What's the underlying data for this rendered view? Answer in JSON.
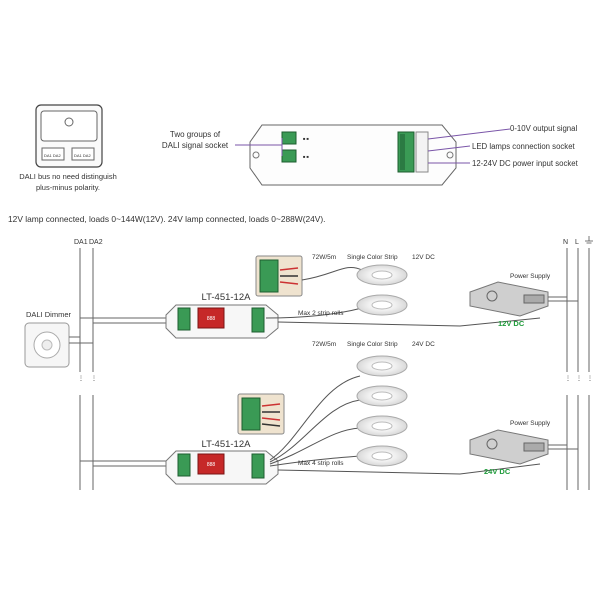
{
  "top": {
    "dali_note_line1": "DALI bus no need distinguish",
    "dali_note_line2": "plus-minus polarity.",
    "two_groups_line1": "Two groups of",
    "two_groups_line2": "DALI signal socket",
    "output_signal": "0-10V output signal",
    "led_socket": "LED lamps connection socket",
    "power_socket": "12-24V DC power input socket"
  },
  "loads_note": "12V lamp connected, loads 0~144W(12V). 24V lamp connected, loads 0~288W(24V).",
  "bus": {
    "da1": "DA1",
    "da2": "DA2",
    "n": "N",
    "l": "L"
  },
  "dimmer_label": "DALI Dimmer",
  "circuit12": {
    "model": "LT-451-12A",
    "strip_power": "72W/5m",
    "strip_type": "Single Color Strip",
    "voltage": "12V DC",
    "max_rolls": "Max 2 strip rolls",
    "psu_label": "Power Supply",
    "psu_voltage": "12V DC"
  },
  "circuit24": {
    "model": "LT-451-12A",
    "strip_power": "72W/5m",
    "strip_type": "Single Color Strip",
    "voltage": "24V DC",
    "max_rolls": "Max 4 strip rolls",
    "psu_label": "Power Supply",
    "psu_voltage": "24V DC"
  },
  "colors": {
    "accent_green": "#1e9a3a",
    "wire": "#555555",
    "led_panel": "#c62828"
  }
}
